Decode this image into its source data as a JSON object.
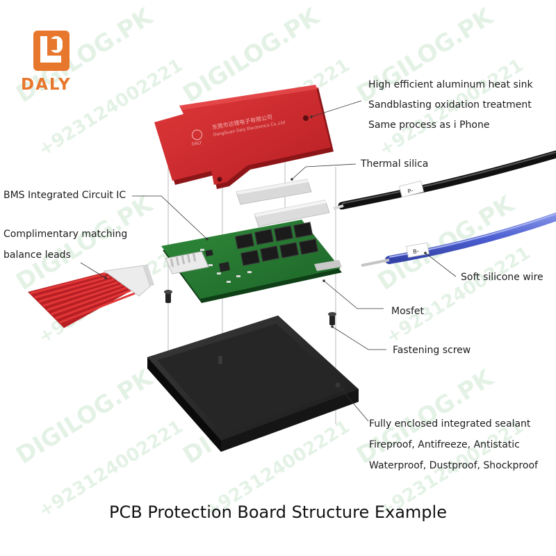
{
  "brand": {
    "logo_text": "DALY",
    "color": "#e8772e"
  },
  "heatsink": {
    "engraving": "东莞市达锂电子有限公司 / DongGuan Daly Electronics Co.,Ltd",
    "mark": "DALY",
    "color": "#c8262b"
  },
  "watermark": {
    "site": "DIGILOG.PK",
    "phone": "+923124002221"
  },
  "labels": {
    "heat_sink_1": "High efficient aluminum heat sink",
    "heat_sink_2": "Sandblasting oxidation treatment",
    "heat_sink_3": "Same process as i Phone",
    "thermal_silica": "Thermal silica",
    "bms_ic": "BMS Integrated Circuit IC",
    "balance_1": "Complimentary matching",
    "balance_2": "balance leads",
    "silicone_wire": "Soft silicone wire",
    "mosfet": "Mosfet",
    "screw": "Fastening screw",
    "sealant_1": "Fully enclosed integrated sealant",
    "sealant_2": "Fireproof, Antifreeze, Antistatic",
    "sealant_3": "Waterproof, Dustproof, Shockproof"
  },
  "wire_tags": {
    "negative": "P-",
    "balance": "B-"
  },
  "footer": {
    "title": "PCB Protection Board Structure Example"
  }
}
